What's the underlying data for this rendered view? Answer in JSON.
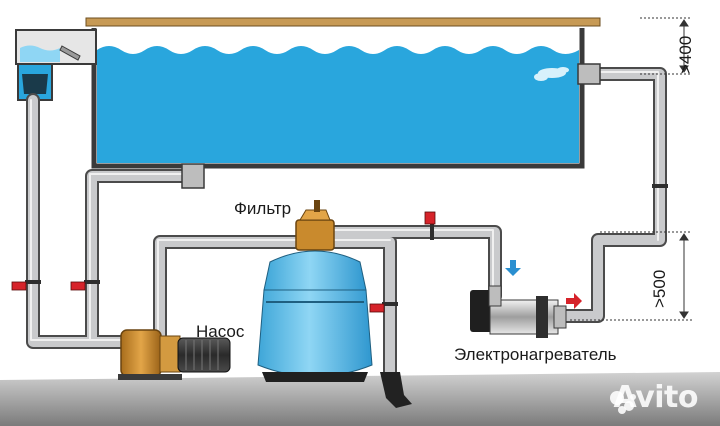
{
  "labels": {
    "filter": "Фильтр",
    "pump": "Насос",
    "heater": "Электронагреватель"
  },
  "dimensions": {
    "top": ">400",
    "bottom": ">500"
  },
  "watermark": "Avito",
  "colors": {
    "water": "#29a6dd",
    "water_light": "#8fd6f4",
    "pipe": "#c9cacc",
    "pipe_edge": "#4b4b4b",
    "valve": "#d6232a",
    "pool_deck": "#c79a55",
    "filter_body": "#5cb9e3",
    "filter_base": "#202020",
    "pump_body": "#c98a2d",
    "pump_motor": "#3a3a3a",
    "heater_arrow_in": "#2a8fd0",
    "heater_arrow_out": "#d6232a",
    "ground": "#8e8e8e"
  },
  "icons": {
    "valve": "valve-handle-icon",
    "arrow_in": "arrow-down-icon",
    "arrow_out": "arrow-right-icon",
    "watermark": "avito-logo-icon"
  }
}
